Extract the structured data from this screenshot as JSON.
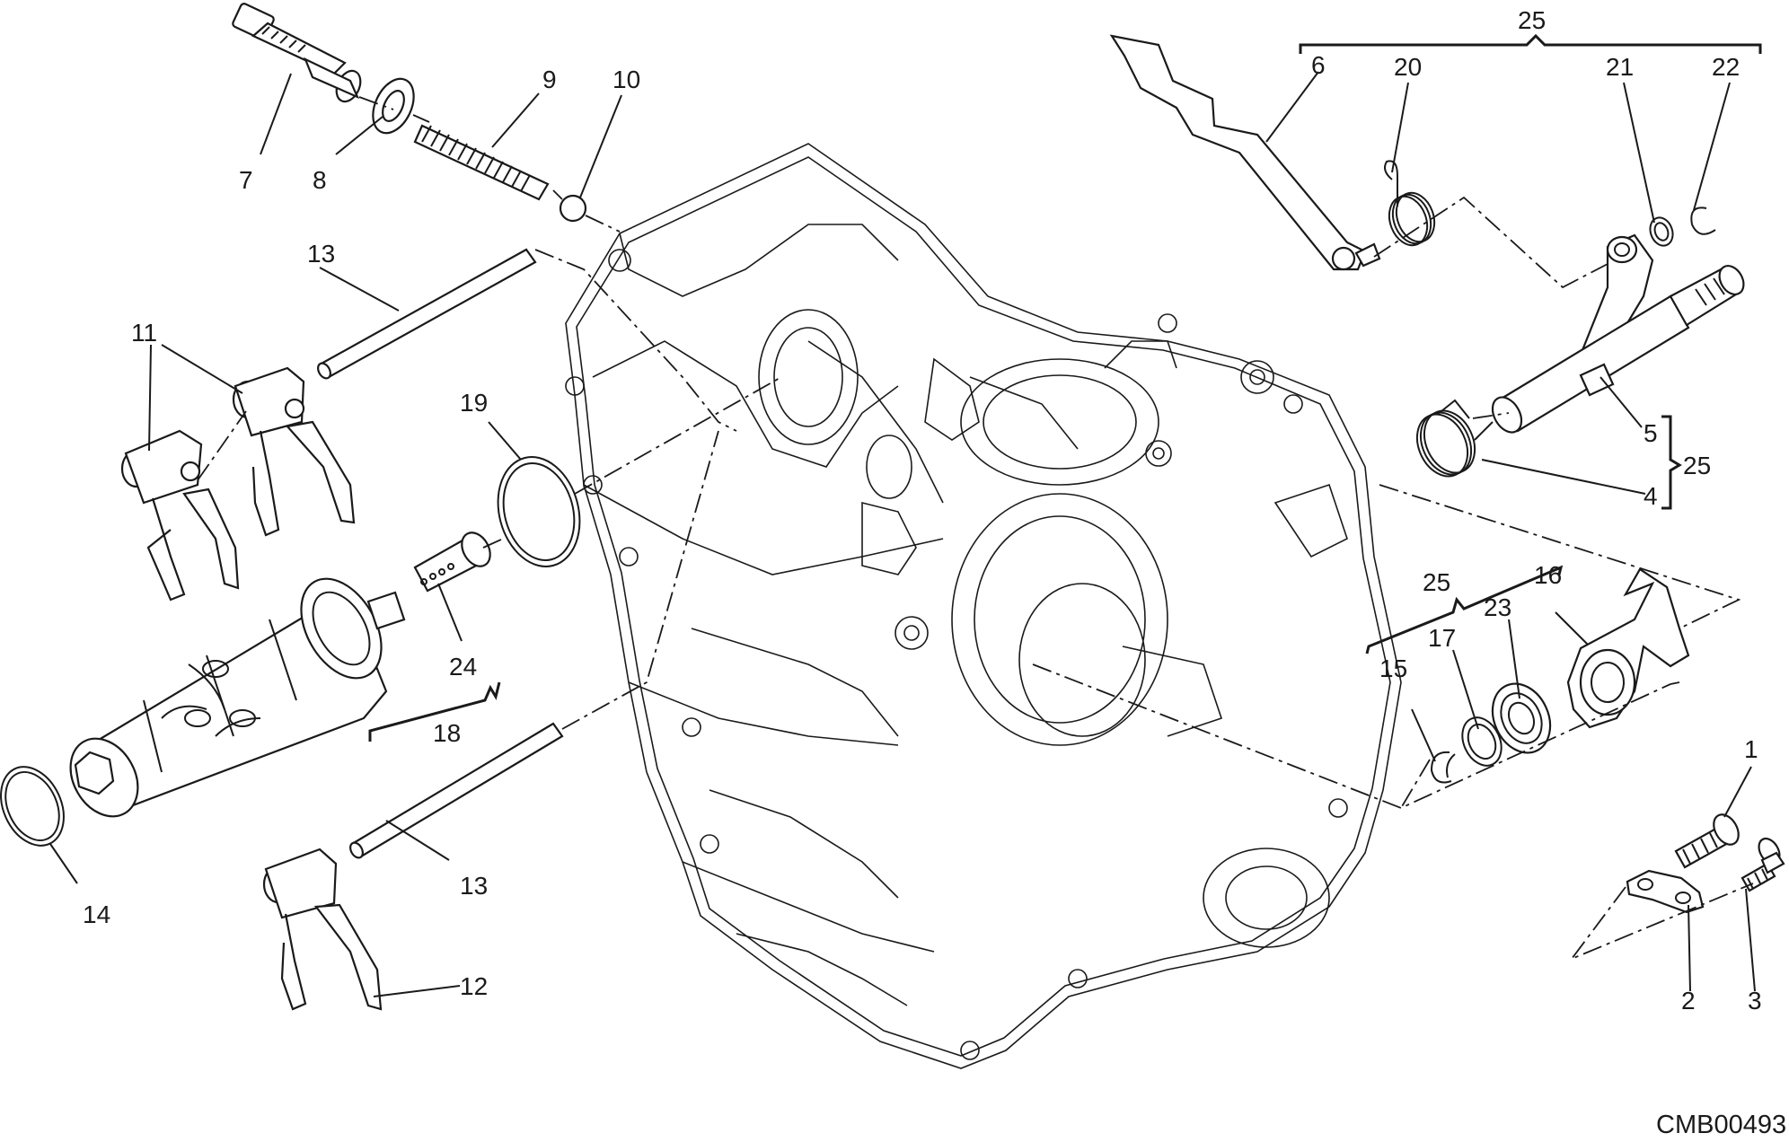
{
  "diagram": {
    "drawing_code": "CMB00493",
    "callouts": {
      "c1": "1",
      "c2": "2",
      "c3": "3",
      "c4": "4",
      "c5": "5",
      "c6": "6",
      "c7": "7",
      "c8": "8",
      "c9": "9",
      "c10": "10",
      "c11": "11",
      "c12": "12",
      "c13a": "13",
      "c13b": "13",
      "c14": "14",
      "c15": "15",
      "c16": "16",
      "c17": "17",
      "c18": "18",
      "c19": "19",
      "c20": "20",
      "c21": "21",
      "c22": "22",
      "c23": "23",
      "c24": "24",
      "c25a": "25",
      "c25b": "25",
      "c25c": "25"
    },
    "icons": [
      "crankcase-half",
      "shift-drum",
      "shift-fork",
      "fork-rod",
      "spring",
      "shaft",
      "pawl",
      "circlip",
      "o-ring",
      "screw",
      "plate"
    ]
  }
}
